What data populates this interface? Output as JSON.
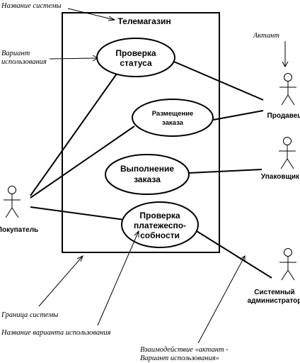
{
  "system": {
    "title": "Телемагазин"
  },
  "use_cases": [
    {
      "id": "check-status",
      "lines": [
        "Проверка",
        "статуса"
      ]
    },
    {
      "id": "place-order",
      "lines": [
        "Размещение",
        "заказа"
      ]
    },
    {
      "id": "fulfill-order",
      "lines": [
        "Выполнение",
        "заказа"
      ]
    },
    {
      "id": "check-solvency",
      "lines": [
        "Проверка",
        "платежеспо-",
        "собности"
      ]
    }
  ],
  "actors": [
    {
      "id": "seller",
      "lines": [
        "Продавец"
      ]
    },
    {
      "id": "packer",
      "lines": [
        "Упаковщик"
      ]
    },
    {
      "id": "buyer",
      "lines": [
        "Покупатель"
      ]
    },
    {
      "id": "sysadmin",
      "lines": [
        "Системный",
        "администратор"
      ]
    }
  ],
  "annotations": {
    "system_name": [
      "Название системы"
    ],
    "use_case": [
      "Вариант",
      "использования"
    ],
    "actor": [
      "Актант"
    ],
    "system_boundary": [
      "Граница системы"
    ],
    "use_case_name": [
      "Название варианта использования"
    ],
    "interaction": [
      "Взаимодействие «актант -",
      "Вариант использования»"
    ]
  }
}
